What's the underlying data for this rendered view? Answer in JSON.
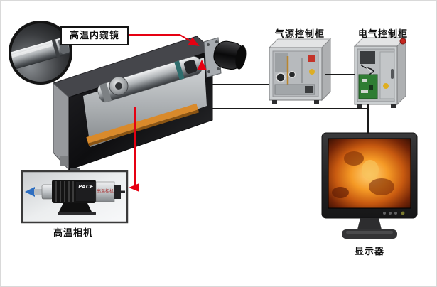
{
  "labels": {
    "endoscope": "高温内窥镜",
    "air_cabinet": "气源控制柜",
    "electric_cabinet": "电气控制柜",
    "camera": "高温相机",
    "monitor": "显示器"
  },
  "camera_inset": {
    "brand": "PACE",
    "side_text": "高温相机"
  },
  "colors": {
    "line_red": "#e60012",
    "line_black": "#1a1a1a",
    "arrow_blue": "#2f6fc1",
    "flame_orange": "#e8821e",
    "pcb_green": "#2f7d33"
  }
}
